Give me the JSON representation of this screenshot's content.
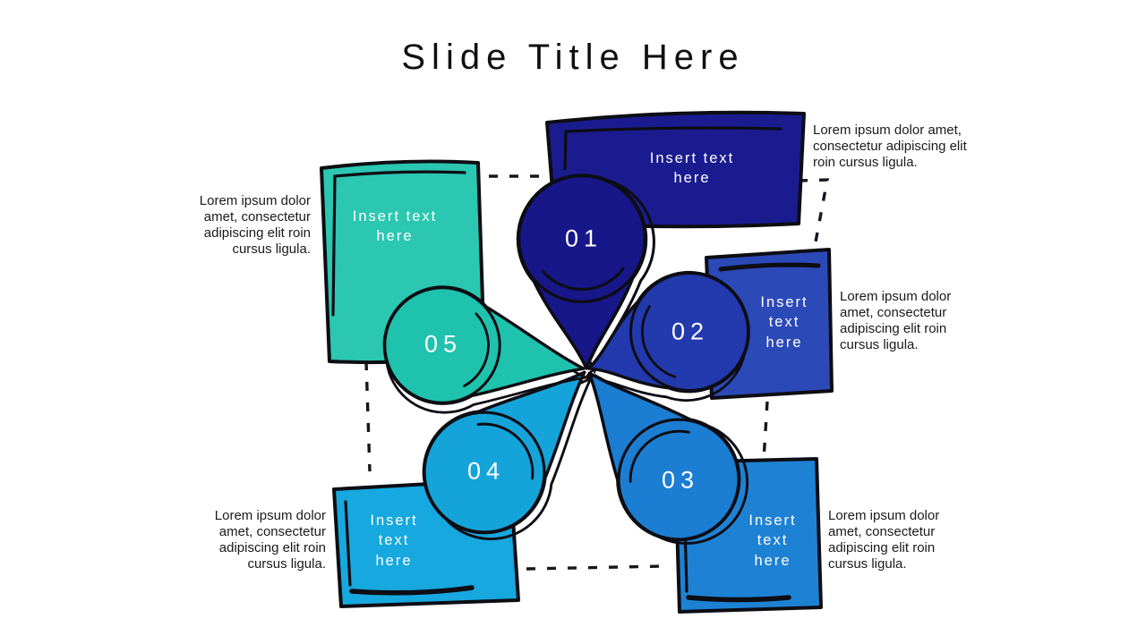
{
  "slide": {
    "title": "Slide Title Here"
  },
  "colors": {
    "background": "#ffffff",
    "outline": "#0d0d14",
    "body_text": "#1a1a1a",
    "placeholder_text": "#ffffff",
    "navy": "#17178a",
    "royal_blue": "#2339ae",
    "blue": "#1b7ed2",
    "cyan": "#14a4da",
    "teal": "#1fc2ad"
  },
  "items": [
    {
      "number": "01",
      "label": "Insert text here",
      "description": "Lorem ipsum dolor amet, consectetur adipiscing elit roin cursus ligula.",
      "petal_color": "#17178a",
      "card_color": "#1b1b90"
    },
    {
      "number": "02",
      "label": "Insert text here",
      "description": "Lorem ipsum dolor amet, consectetur adipiscing elit roin cursus ligula.",
      "petal_color": "#2339ae",
      "card_color": "#2c49b8"
    },
    {
      "number": "03",
      "label": "Insert text here",
      "description": "Lorem ipsum dolor amet, consectetur adipiscing elit roin cursus ligula.",
      "petal_color": "#1b7ed2",
      "card_color": "#1e82d4"
    },
    {
      "number": "04",
      "label": "Insert text here",
      "description": "Lorem ipsum dolor amet, consectetur adipiscing elit roin cursus ligula.",
      "petal_color": "#14a4da",
      "card_color": "#16a8de"
    },
    {
      "number": "05",
      "label": "Insert text here",
      "description": "Lorem ipsum dolor amet, consectetur adipiscing elit roin cursus ligula.",
      "petal_color": "#1fc2ad",
      "card_color": "#2bc7b1"
    }
  ]
}
